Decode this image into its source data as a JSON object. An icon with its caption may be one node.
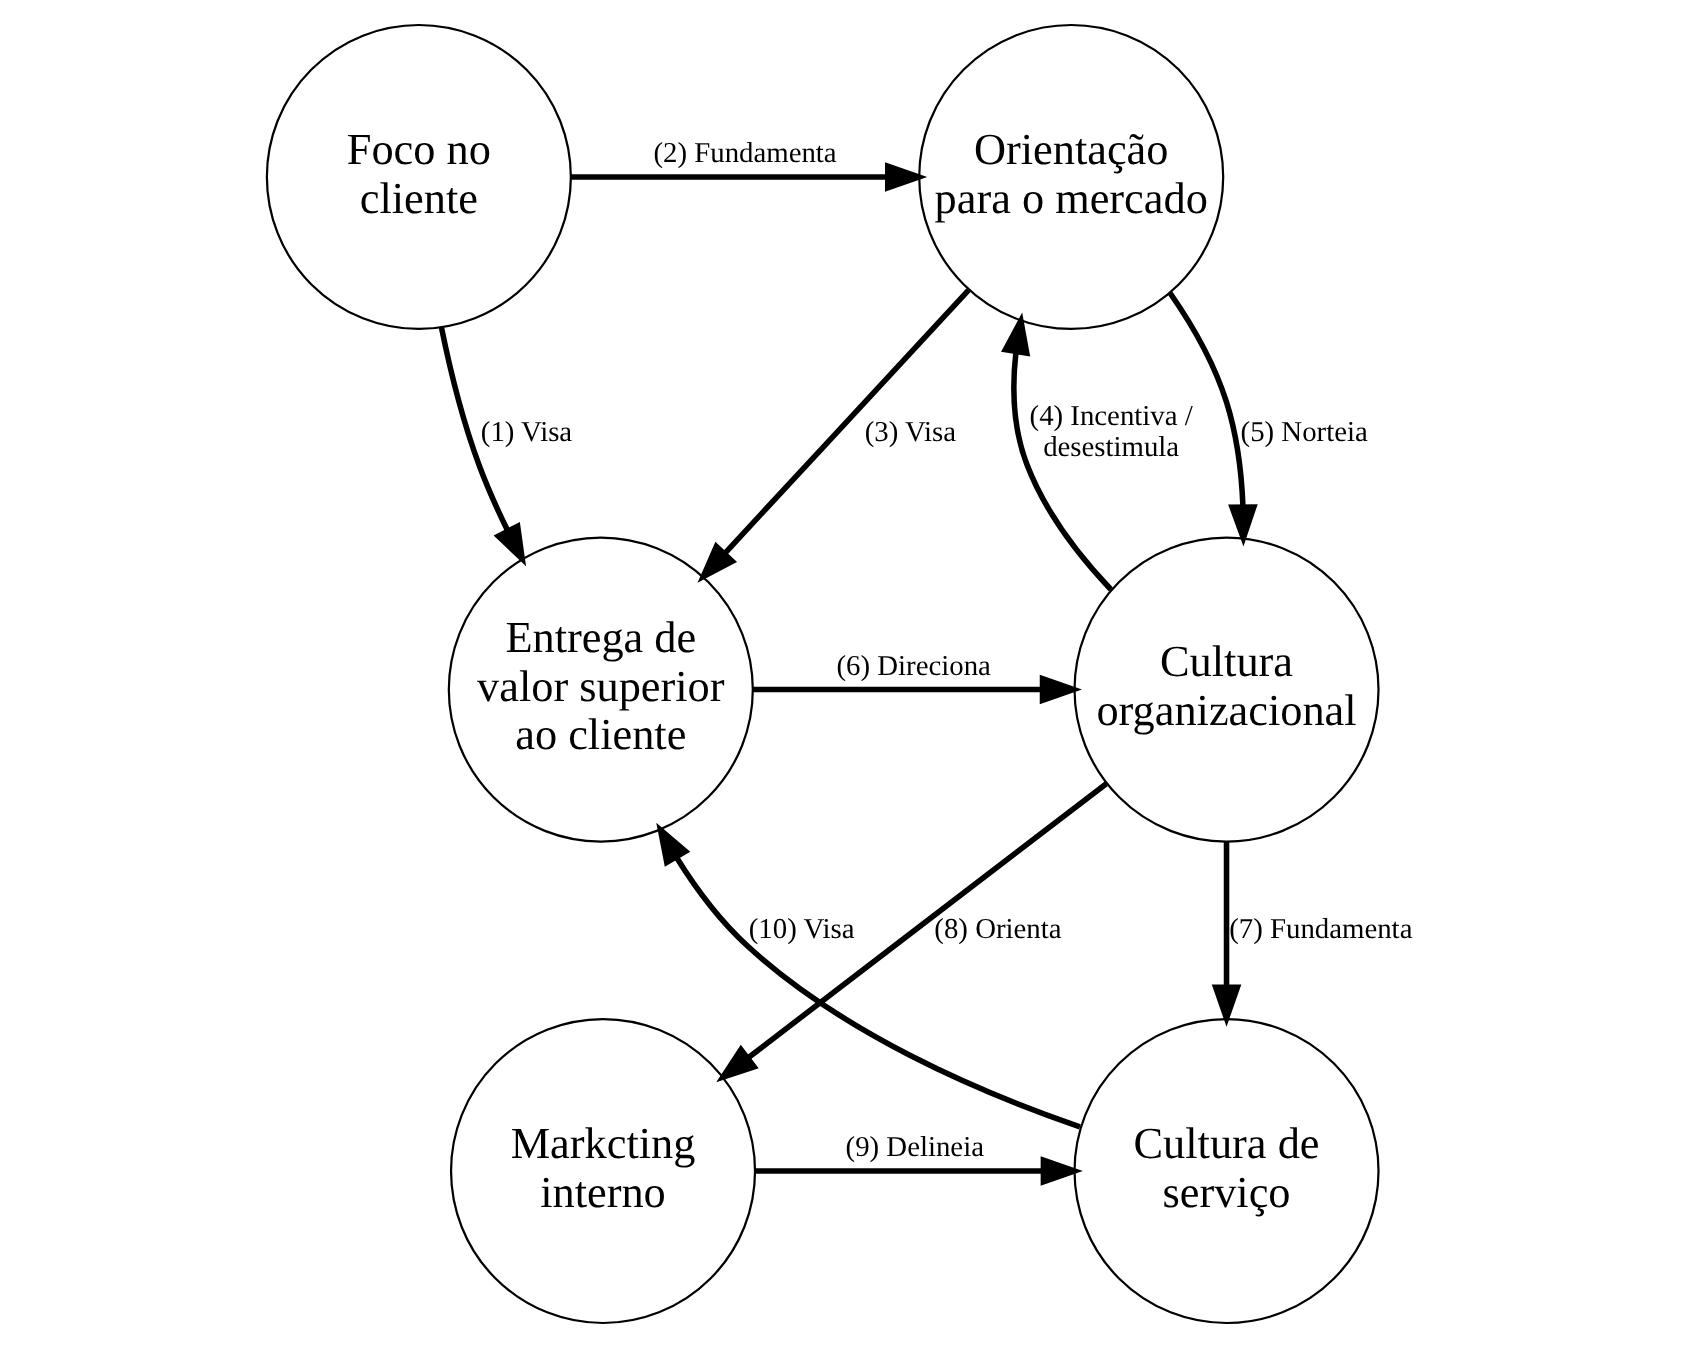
{
  "diagram": {
    "nodes": [
      {
        "text": [
          "Foco no cliente"
        ]
      },
      {
        "text": [
          "Orientação para o mercado"
        ]
      },
      {
        "text": [
          "Cultura organizacional"
        ]
      },
      {
        "text": [
          "Entrega de valor superior ao cliente"
        ]
      },
      {
        "text": [
          "Cultura de serviço"
        ]
      },
      {
        "text": [
          "Markcting interno"
        ]
      }
    ],
    "edges": [
      {
        "from": 0,
        "to": 3,
        "arrow": "to",
        "label": "(1) Visa"
      },
      {
        "from": 0,
        "to": 1,
        "arrow": "to",
        "label": "(2) Fundamenta"
      },
      {
        "from": 1,
        "to": 3,
        "arrow": "to",
        "label": "(3) Visa"
      },
      {
        "from": 2,
        "to": 1,
        "arrow": "to",
        "label": "(4) Incentiva / desestimula"
      },
      {
        "from": 1,
        "to": 2,
        "arrow": "to",
        "label": "(5) Norteia"
      },
      {
        "from": 3,
        "to": 2,
        "arrow": "to",
        "label": "(6) Direciona"
      },
      {
        "from": 2,
        "to": 4,
        "arrow": "to",
        "label": "(7) Fundamenta"
      },
      {
        "from": 2,
        "to": 5,
        "arrow": "to",
        "label": "(8) Orienta"
      },
      {
        "from": 5,
        "to": 4,
        "arrow": "to",
        "label": "(9) Delineia"
      },
      {
        "from": 4,
        "to": 3,
        "arrow": "to",
        "label": "(10) Visa"
      }
    ]
  }
}
